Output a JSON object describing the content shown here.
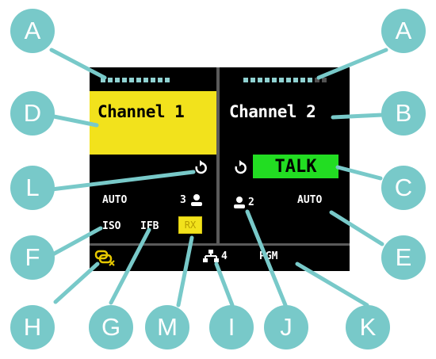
{
  "screen": {
    "channel1": {
      "title": "Channel 1",
      "mode": "AUTO",
      "users": "3",
      "iso": "ISO",
      "ifb": "IFB",
      "rx": "RX"
    },
    "channel2": {
      "title": "Channel 2",
      "talk": "TALK",
      "users": "2",
      "mode": "AUTO"
    },
    "status": {
      "network_count": "4",
      "pgm": "PGM"
    },
    "meter_ch1": {
      "lit_segments": 10,
      "total_segments": 10
    },
    "meter_ch2": {
      "lit_segments": 10,
      "total_segments": 12
    }
  },
  "callouts": {
    "a_left": "A",
    "a_right": "A",
    "b": "B",
    "c": "C",
    "d": "D",
    "e": "E",
    "f": "F",
    "g": "G",
    "h": "H",
    "i": "I",
    "j": "J",
    "k": "K",
    "l": "L",
    "m": "M"
  },
  "colors": {
    "callout": "#78c9c9",
    "channel_highlight": "#f2e21c",
    "talk": "#22dd22",
    "meter": "#8fd1d1"
  }
}
